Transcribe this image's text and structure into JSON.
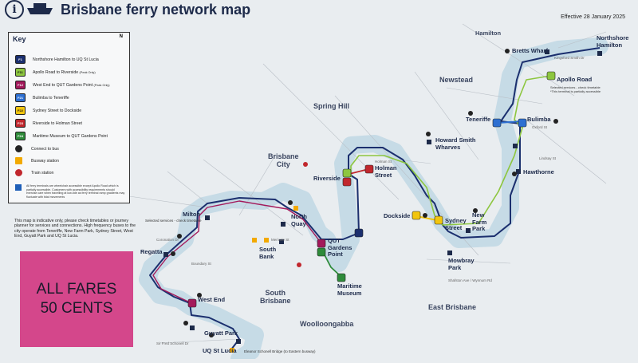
{
  "header": {
    "title": "Brisbane ferry network map",
    "effective": "Effective 28 January 2025"
  },
  "key": {
    "title": "Key",
    "north": "N",
    "routes": [
      {
        "code": "F1",
        "label": "Northshore Hamilton to UQ St Lucia",
        "color": "#1b2f6e"
      },
      {
        "code": "F11",
        "label": "Apollo Road to Riverside",
        "note": "(Peak Only)",
        "color": "#8dc63f"
      },
      {
        "code": "F12",
        "label": "West End to QUT Gardens Point",
        "note": "(Peak Only)",
        "color": "#a3195b"
      },
      {
        "code": "F21",
        "label": "Bulimba to Teneriffe",
        "color": "#2d6fd1"
      },
      {
        "code": "F22",
        "label": "Sydney Street to Dockside",
        "color": "#f2c50f"
      },
      {
        "code": "F23",
        "label": "Riverside to Holman Street",
        "color": "#c1272d"
      },
      {
        "code": "F24",
        "label": "Maritime Museum to QUT Gardens Point",
        "color": "#2e8b3a"
      }
    ],
    "symbols": [
      {
        "icon": "bus-icon",
        "label": "Connect to bus",
        "color": "#222222"
      },
      {
        "icon": "busway-icon",
        "label": "Busway station",
        "color": "#f2a900"
      },
      {
        "icon": "train-icon",
        "label": "Train station",
        "color": "#c1272d"
      }
    ],
    "accessibility_note": "All ferry terminals are wheelchair accessible except Apollo Road which is partially accessible. Customers with accessibility requirements should exercise care when travelling at low-tide as ferry terminal ramp gradients may fluctuate with tidal movements"
  },
  "disclaimer": "This map is indicative only, please check timetables or journey planner for services and connections. High frequency buses to the city operate from Teneriffe, New Farm Park, Sydney Street, West End, Guyatt Park and UQ St Lucia.",
  "fares": {
    "line1": "ALL FARES",
    "line2": "50 CENTS"
  },
  "suburbs": {
    "hamilton": "Hamilton",
    "newstead": "Newstead",
    "spring_hill": "Spring Hill",
    "brisbane_city": "Brisbane\nCity",
    "south_brisbane": "South\nBrisbane",
    "east_brisbane": "East Brisbane",
    "woolloongabba": "Woolloongabba"
  },
  "stops": {
    "northshore": "Northshore\nHamilton",
    "bretts_wharf": "Bretts Wharf",
    "apollo_road": "Apollo Road",
    "teneriffe": "Teneriffe",
    "bulimba": "Bulimba",
    "hawthorne": "Hawthorne",
    "howard_smith": "Howard Smith\nWharves",
    "riverside": "Riverside",
    "holman_street": "Holman\nStreet",
    "dockside": "Dockside",
    "sydney_street": "Sydney\nStreet",
    "new_farm_park": "New\nFarm\nPark",
    "mowbray_park": "Mowbray\nPark",
    "north_quay": "North\nQuay",
    "south_bank": "South\nBank",
    "qut_gardens_point": "QUT\nGardens\nPoint",
    "maritime_museum": "Maritime\nMuseum",
    "milton": "Milton",
    "regatta": "Regatta",
    "west_end": "West End",
    "guyatt_park": "Guyatt Park",
    "uq_st_lucia": "UQ St Lucia"
  },
  "notes": {
    "apollo": "Selected services - check timetable\n*This terminal is partially accessible",
    "milton": "Selected services - check timetable",
    "uq": "Eleanor Schonell Bridge (to Eastern busway)"
  },
  "streets": {
    "kingsford_smith": "Kingsford Smith Dr",
    "shafston": "Shafston Ave / Wynnum Rd",
    "sir_fred": "Sir Fred Schonell Dr",
    "merivale": "Merivale St",
    "holman": "Holman St",
    "oxford": "Oxford St",
    "lindsay": "Lindsay St",
    "coronation": "Coronation Dr",
    "boundary": "Boundary St"
  }
}
